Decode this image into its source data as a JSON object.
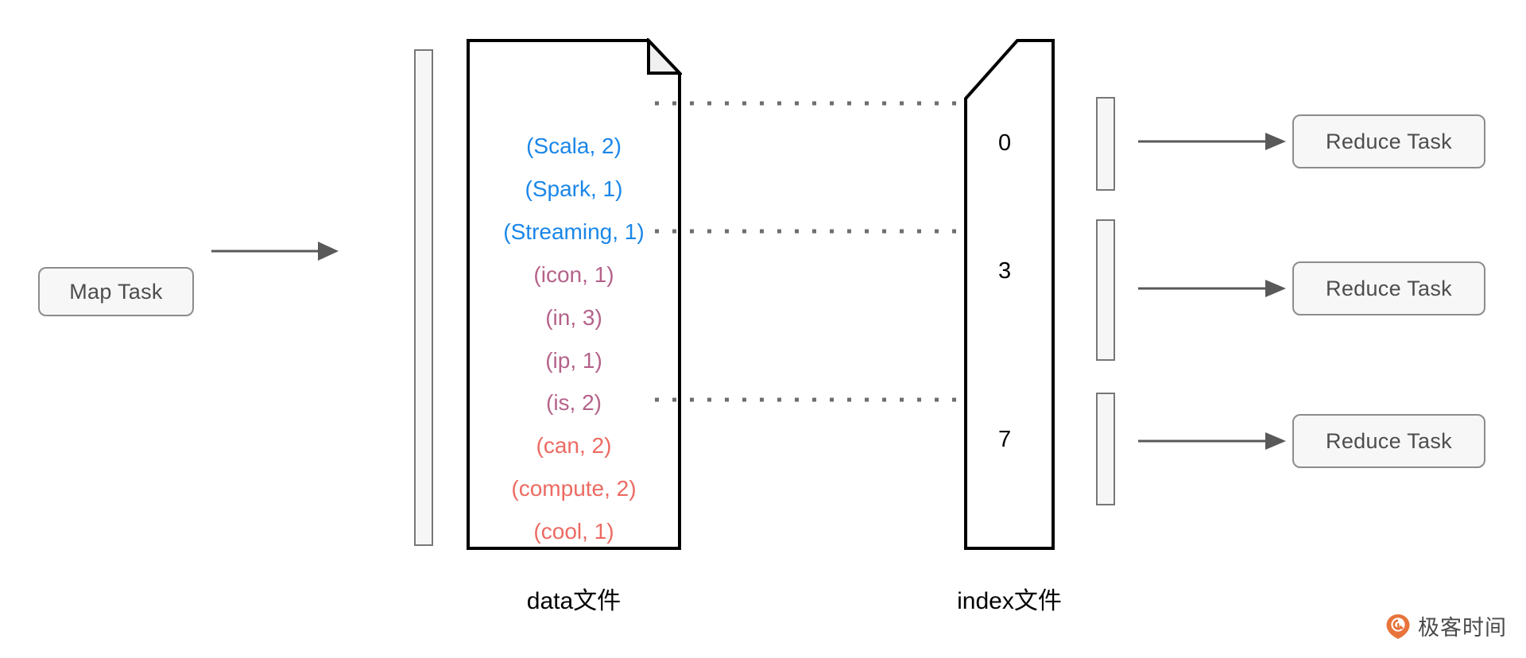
{
  "diagram": {
    "title_not_shown": "",
    "map_task": {
      "label": "Map Task"
    },
    "reduce_tasks": [
      {
        "label": "Reduce Task"
      },
      {
        "label": "Reduce Task"
      },
      {
        "label": "Reduce Task"
      }
    ],
    "data_file": {
      "caption": "data文件",
      "entries": [
        {
          "text": "(Scala,  2)",
          "color": "#1a86e8",
          "group": "blue"
        },
        {
          "text": "(Spark,  1)",
          "color": "#1a86e8",
          "group": "blue"
        },
        {
          "text": "(Streaming,  1)",
          "color": "#1a86e8",
          "group": "blue"
        },
        {
          "text": "(icon,  1)",
          "color": "#b5628a",
          "group": "purple"
        },
        {
          "text": "(in,  3)",
          "color": "#b5628a",
          "group": "purple"
        },
        {
          "text": "(ip,  1)",
          "color": "#b5628a",
          "group": "purple"
        },
        {
          "text": "(is,  2)",
          "color": "#b5628a",
          "group": "purple"
        },
        {
          "text": "(can,  2)",
          "color": "#ec6a62",
          "group": "red"
        },
        {
          "text": "(compute,  2)",
          "color": "#ec6a62",
          "group": "red"
        },
        {
          "text": "(cool,  1)",
          "color": "#ec6a62",
          "group": "red"
        }
      ]
    },
    "index_file": {
      "caption": "index文件",
      "offsets": [
        {
          "value": "0"
        },
        {
          "value": "3"
        },
        {
          "value": "7"
        }
      ]
    },
    "watermark": {
      "text": "极客时间",
      "logo_letter": "Q"
    },
    "colors": {
      "blue": "#1a86e8",
      "purple": "#b5628a",
      "red": "#ec6a62",
      "box_border": "#8c8c8c",
      "box_fill": "#f7f7f7",
      "bar_fill": "#f6f6f6",
      "bar_border": "#777777",
      "arrow": "#595959",
      "dot": "#6e6e6e",
      "watermark_orange": "#e8743b"
    }
  }
}
